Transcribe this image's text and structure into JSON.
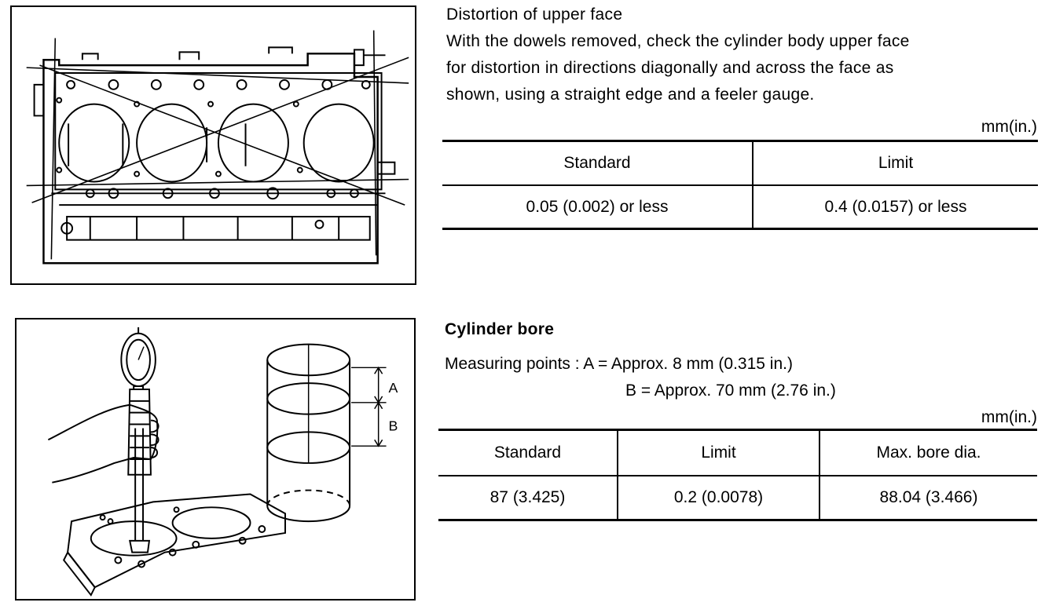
{
  "section1": {
    "title": "Distortion of upper face",
    "body_lines": [
      "With the dowels removed, check the cylinder body upper face",
      "for distortion in directions diagonally and across the face as",
      "shown, using a straight edge and a feeler gauge."
    ],
    "unit": "mm(in.)",
    "table": {
      "headers": [
        "Standard",
        "Limit"
      ],
      "rows": [
        [
          "0.05 (0.002) or less",
          "0.4 (0.0157) or less"
        ]
      ]
    }
  },
  "section2": {
    "title": "Cylinder bore",
    "measuring_label": "Measuring points : ",
    "point_a": "A = Approx. 8 mm (0.315 in.)",
    "point_b": "B = Approx. 70 mm (2.76 in.)",
    "unit": "mm(in.)",
    "figure_labels": {
      "a": "A",
      "b": "B"
    },
    "table": {
      "headers": [
        "Standard",
        "Limit",
        "Max. bore dia."
      ],
      "rows": [
        [
          "87 (3.425)",
          "0.2 (0.0078)",
          "88.04 (3.466)"
        ]
      ]
    }
  }
}
